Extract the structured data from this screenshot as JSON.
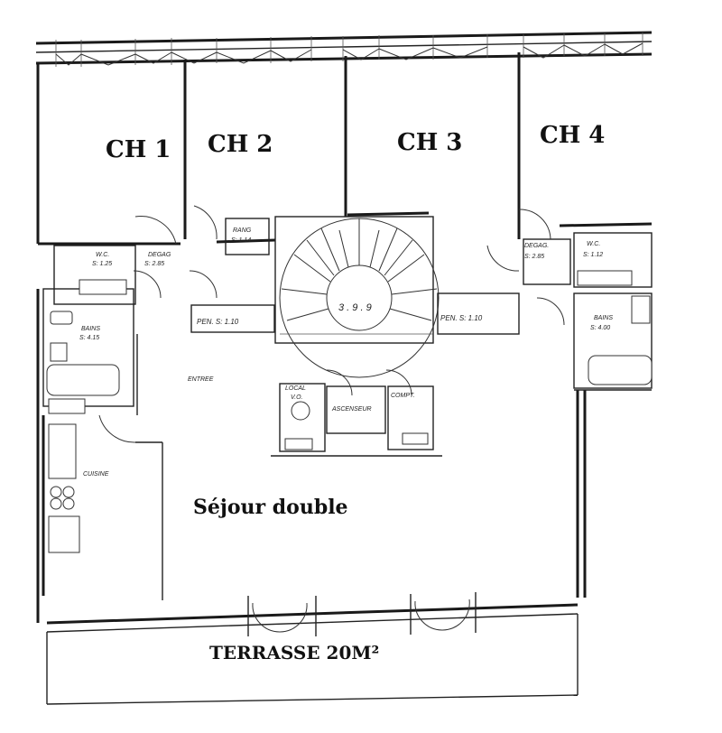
{
  "rooms": {
    "ch1": "CH 1",
    "ch2": "CH 2",
    "ch3": "CH 3",
    "ch4": "CH 4",
    "sejour": "Séjour double",
    "terrasse": "TERRASSE 20M²"
  },
  "small_labels": {
    "wc_left": "W.C.",
    "wc_left_area": "S: 1.25",
    "degag_left": "DEGAG",
    "degag_left_area": "S: 2.85",
    "rang": "RANG",
    "rang_area": "S: 1.14",
    "bains_left": "BAINS",
    "bains_left_area": "S: 4.15",
    "pen_left": "PEN. S: 1.10",
    "pen_right": "PEN. S: 1.10",
    "entree": "ENTREE",
    "cuisine": "CUISINE",
    "local": "LOCAL",
    "vo": "V.O.",
    "ascenseur": "ASCENSEUR",
    "compt": "COMPT.",
    "degag_right": "DEGAG.",
    "degag_right_area": "S: 2.85",
    "wc_right": "W.C.",
    "wc_right_area": "S: 1.12",
    "bains_right": "BAINS",
    "bains_right_area": "S: 4.00",
    "stair_label": "3 . 9 . 9"
  }
}
